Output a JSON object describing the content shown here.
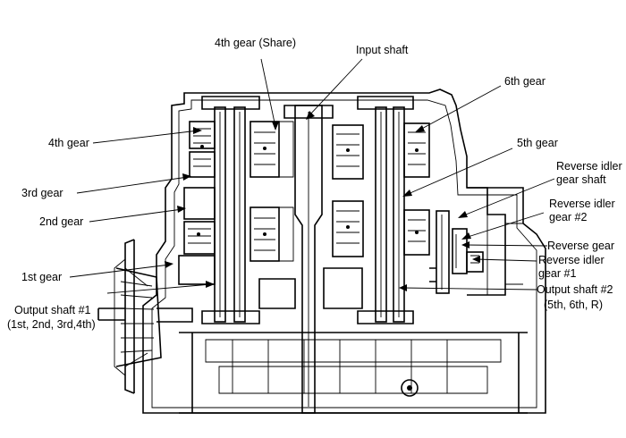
{
  "labels": {
    "fourth_gear_share": "4th gear (Share)",
    "input_shaft": "Input shaft",
    "sixth_gear": "6th gear",
    "fourth_gear": "4th gear",
    "fifth_gear": "5th gear",
    "reverse_idler_gear_shaft_l1": "Reverse idler",
    "reverse_idler_gear_shaft_l2": "gear shaft",
    "third_gear": "3rd gear",
    "reverse_idler_gear_2_l1": "Reverse idler",
    "reverse_idler_gear_2_l2": "gear #2",
    "second_gear": "2nd gear",
    "reverse_gear": "Reverse gear",
    "reverse_idler_gear_1_l1": "Reverse idler",
    "reverse_idler_gear_1_l2": "gear #1",
    "first_gear": "1st gear",
    "output_shaft_1_l1": "Output shaft #1",
    "output_shaft_1_l2": "(1st, 2nd, 3rd,4th)",
    "output_shaft_2_l1": "Output shaft #2",
    "output_shaft_2_l2": "(5th, 6th, R)"
  }
}
